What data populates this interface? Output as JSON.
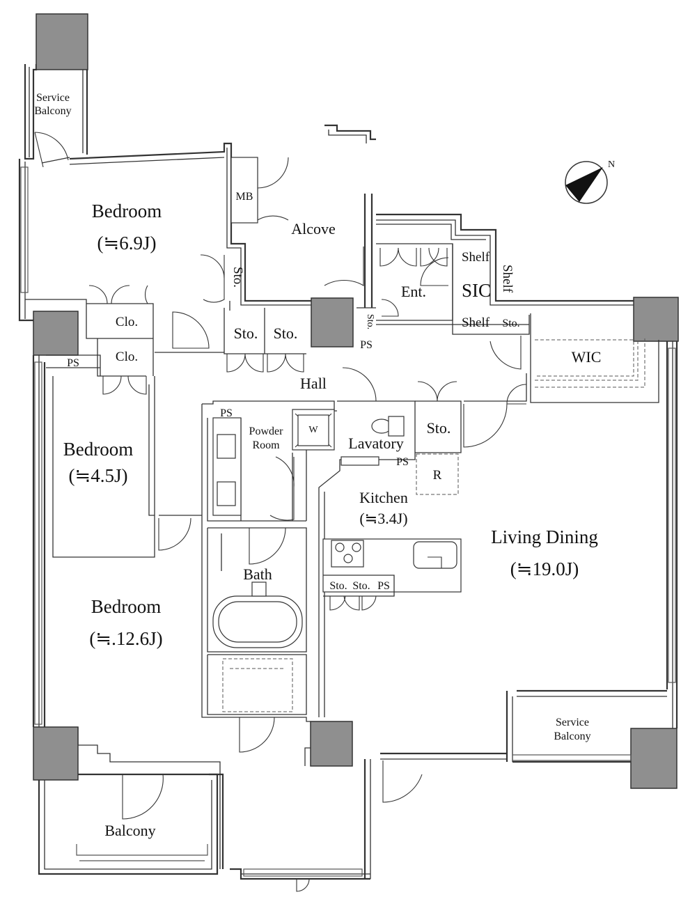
{
  "rooms": {
    "bedroom1": {
      "name": "Bedroom",
      "size": "(≒6.9J)"
    },
    "bedroom2": {
      "name": "Bedroom",
      "size": "(≒4.5J)"
    },
    "bedroom3": {
      "name": "Bedroom",
      "size": "(≒.12.6J)"
    },
    "living": {
      "name": "Living Dining",
      "size": "(≒19.0J)"
    },
    "kitchen": {
      "name": "Kitchen",
      "size": "(≒3.4J)"
    },
    "alcove": "Alcove",
    "hall": "Hall",
    "entrance": "Ent.",
    "sic": "SIC",
    "wic": "WIC",
    "bath": "Bath",
    "lavatory": "Lavatory",
    "powder_room": [
      "Powder",
      "Room"
    ],
    "balcony": "Balcony",
    "service_balcony_top": [
      "Service",
      "Balcony"
    ],
    "service_balcony_right": [
      "Service",
      "Balcony"
    ]
  },
  "fixtures": {
    "mb": "MB",
    "clo1": "Clo.",
    "clo2": "Clo.",
    "ps_bedroom": "PS",
    "ps_ent": "PS",
    "ps_powder": "PS",
    "ps_lavatory": "PS",
    "ps_kitchen": "PS",
    "sto_bedroom": "Sto.",
    "sto_hall1": "Sto.",
    "sto_hall2": "Sto.",
    "sto_ent": "Sto.",
    "sto_sic": "Sto.",
    "sto_lavatory": "Sto.",
    "sto_kitchen1": "Sto.",
    "sto_kitchen2": "Sto.",
    "shelf1": "Shelf",
    "shelf2": "Shelf",
    "shelf3": "Shelf",
    "washer": "W",
    "fridge": "R"
  },
  "compass": {
    "north_label": "N"
  }
}
